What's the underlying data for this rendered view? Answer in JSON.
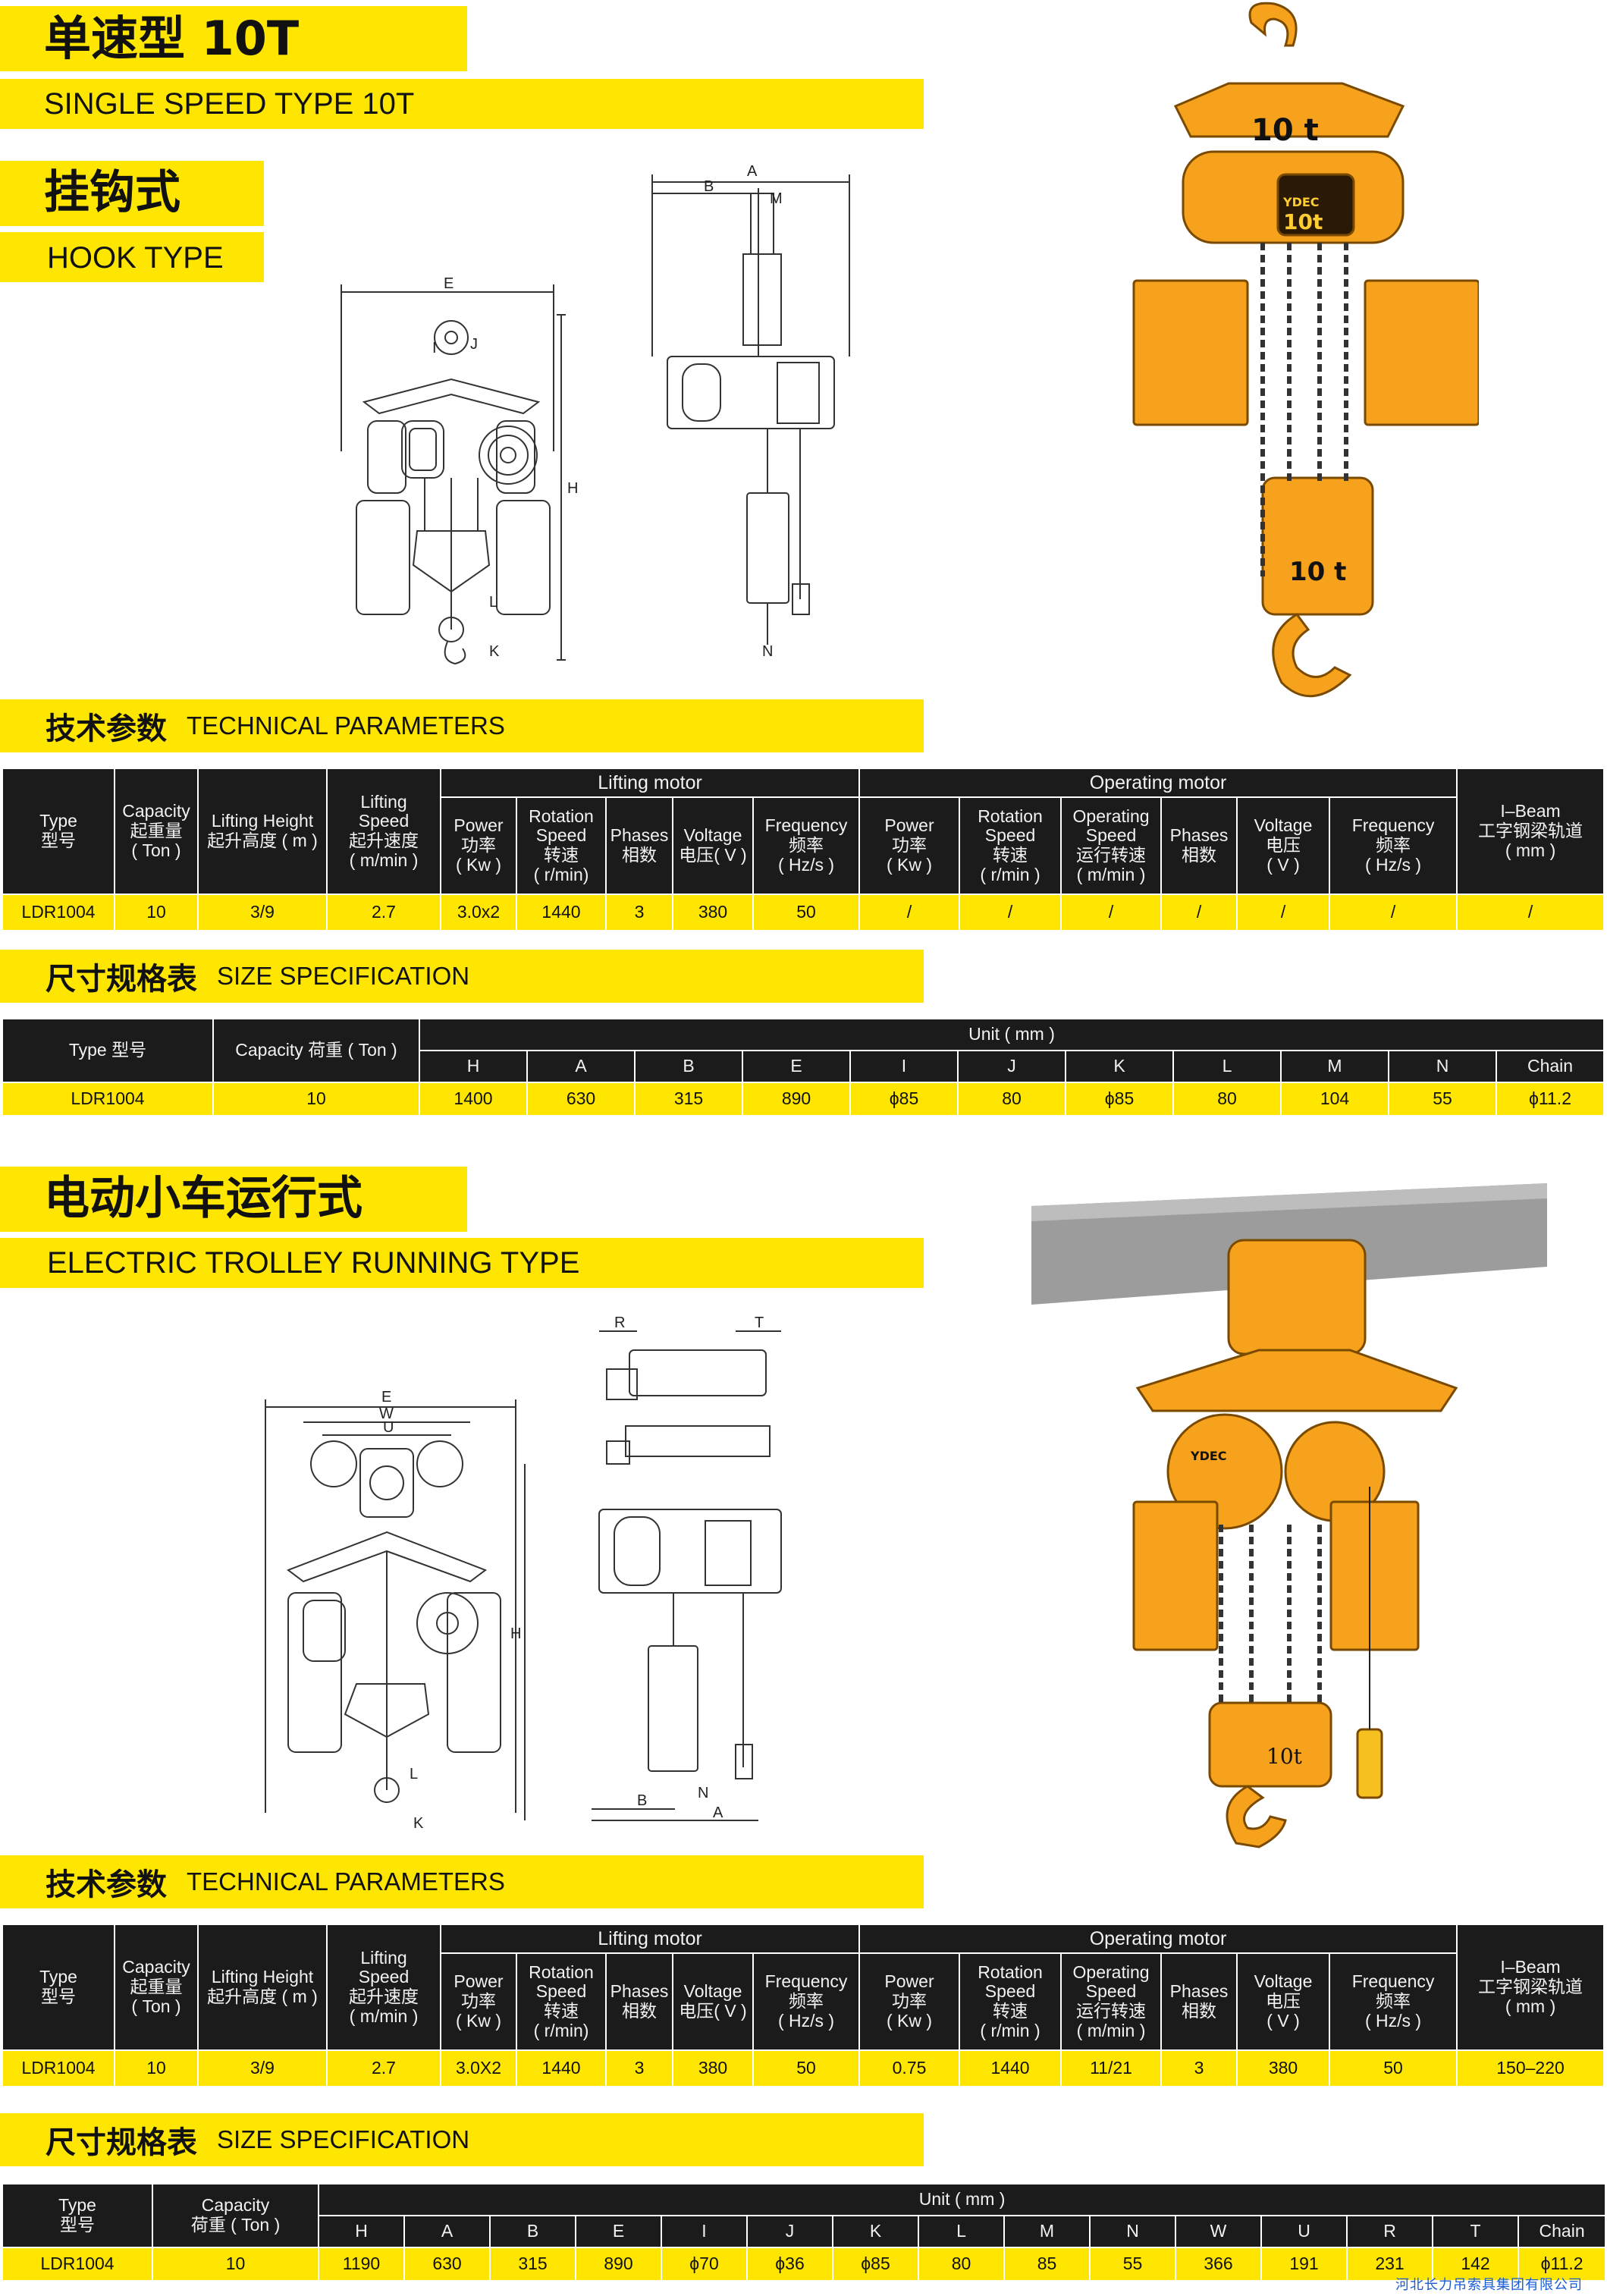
{
  "header": {
    "title_cn": "单速型 10T",
    "title_en": "SINGLE SPEED TYPE 10T"
  },
  "hook_section": {
    "label_cn": "挂钩式",
    "label_en": "HOOK TYPE",
    "diagram_labels": [
      "E",
      "I",
      "J",
      "H",
      "L",
      "K",
      "A",
      "B",
      "M",
      "N"
    ],
    "photo_load_top": "10 t",
    "photo_load_bottom": "10 t",
    "photo_brand": "YDEC",
    "photo_badge": "10t",
    "tech_title_cn": "技术参数",
    "tech_title_en": "TECHNICAL PARAMETERS",
    "tech_headers": {
      "type": "Type\n型号",
      "capacity": "Capacity\n起重量\n( Ton )",
      "lifting_height": "Lifting Height\n起升高度 ( m )",
      "lifting_speed": "Lifting\nSpeed\n起升速度\n( m/min )",
      "lifting_motor": "Lifting motor",
      "operating_motor": "Operating motor",
      "lm_power": "Power\n功率\n( Kw )",
      "lm_rotation": "Rotation\nSpeed\n转速\n( r/min)",
      "lm_phases": "Phases\n相数",
      "lm_voltage": "Voltage\n电压( V )",
      "lm_frequency": "Frequency\n频率\n( Hz/s )",
      "om_power": "Power\n功率\n( Kw )",
      "om_rotation": "Rotation\nSpeed\n转速\n( r/min )",
      "om_operating": "Operating\nSpeed\n运行转速\n( m/min )",
      "om_phases": "Phases\n相数",
      "om_voltage": "Voltage\n电压\n( V )",
      "om_frequency": "Frequency\n频率\n( Hz/s )",
      "ibeam": "I–Beam\n工字钢梁轨道\n( mm )"
    },
    "tech_row": [
      "LDR1004",
      "10",
      "3/9",
      "2.7",
      "3.0x2",
      "1440",
      "3",
      "380",
      "50",
      "/",
      "/",
      "/",
      "/",
      "/",
      "/",
      "/"
    ],
    "size_title_cn": "尺寸规格表",
    "size_title_en": "SIZE SPECIFICATION",
    "size_headers": {
      "type": "Type  型号",
      "capacity": "Capacity  荷重 ( Ton )",
      "unit": "Unit ( mm )",
      "cols": [
        "H",
        "A",
        "B",
        "E",
        "I",
        "J",
        "K",
        "L",
        "M",
        "N",
        "Chain"
      ]
    },
    "size_row": [
      "LDR1004",
      "10",
      "1400",
      "630",
      "315",
      "890",
      "ϕ85",
      "80",
      "ϕ85",
      "80",
      "104",
      "55",
      "ϕ11.2"
    ]
  },
  "trolley_section": {
    "label_cn": "电动小车运行式",
    "label_en": "ELECTRIC TROLLEY RUNNING TYPE",
    "diagram_labels": [
      "E",
      "W",
      "U",
      "H",
      "L",
      "K",
      "R",
      "T",
      "B",
      "N",
      "A"
    ],
    "photo_load": "10t",
    "photo_brand": "YDEC",
    "tech_title_cn": "技术参数",
    "tech_title_en": "TECHNICAL PARAMETERS",
    "tech_headers": {
      "type": "Type\n型号",
      "capacity": "Capacity\n起重量\n( Ton )",
      "lifting_height": "Lifting Height\n起升高度 ( m )",
      "lifting_speed": "Lifting\nSpeed\n起升速度\n( m/min )",
      "lifting_motor": "Lifting motor",
      "operating_motor": "Operating motor",
      "lm_power": "Power\n功率\n( Kw )",
      "lm_rotation": "Rotation\nSpeed\n转速\n( r/min)",
      "lm_phases": "Phases\n相数",
      "lm_voltage": "Voltage\n电压( V )",
      "lm_frequency": "Frequency\n频率\n( Hz/s )",
      "om_power": "Power\n功率\n( Kw )",
      "om_rotation": "Rotation\nSpeed\n转速\n( r/min )",
      "om_operating": "Operating\nSpeed\n运行转速\n( m/min )",
      "om_phases": "Phases\n相数",
      "om_voltage": "Voltage\n电压\n( V )",
      "om_frequency": "Frequency\n频率\n( Hz/s )",
      "ibeam": "I–Beam\n工字钢梁轨道\n( mm )"
    },
    "tech_row": [
      "LDR1004",
      "10",
      "3/9",
      "2.7",
      "3.0X2",
      "1440",
      "3",
      "380",
      "50",
      "0.75",
      "1440",
      "11/21",
      "3",
      "380",
      "50",
      "150–220"
    ],
    "size_title_cn": "尺寸规格表",
    "size_title_en": "SIZE SPECIFICATION",
    "size_headers": {
      "type": "Type\n型号",
      "capacity": "Capacity\n荷重 ( Ton )",
      "unit": "Unit ( mm )",
      "cols": [
        "H",
        "A",
        "B",
        "E",
        "I",
        "J",
        "K",
        "L",
        "M",
        "N",
        "W",
        "U",
        "R",
        "T",
        "Chain"
      ]
    },
    "size_row": [
      "LDR1004",
      "10",
      "1190",
      "630",
      "315",
      "890",
      "ϕ70",
      "ϕ36",
      "ϕ85",
      "80",
      "85",
      "55",
      "366",
      "191",
      "231",
      "142",
      "ϕ11.2"
    ]
  },
  "footer": {
    "company": "河北长力吊索具集团有限公司"
  },
  "colors": {
    "accent_yellow": "#ffe600",
    "table_dark": "#1b1b1b",
    "hoist_orange": "#f7a21c"
  }
}
